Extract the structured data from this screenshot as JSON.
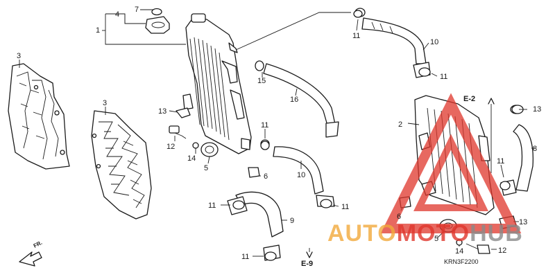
{
  "callouts": {
    "n1": "1",
    "n2": "2",
    "n3a": "3",
    "n3b": "3",
    "n4": "4",
    "n5a": "5",
    "n5b": "5",
    "n6a": "6",
    "n6b": "6",
    "n7": "7",
    "n8": "8",
    "n9": "9",
    "n10a": "10",
    "n10b": "10",
    "n11a": "11",
    "n11b": "11",
    "n11c": "11",
    "n11d": "11",
    "n11e": "11",
    "n11f": "11",
    "n11g": "11",
    "n12a": "12",
    "n12b": "12",
    "n13a": "13",
    "n13b": "13",
    "n14a": "14",
    "n14b": "14",
    "n15": "15",
    "n16": "16"
  },
  "references": {
    "e2": "E-2",
    "e9": "E-9",
    "front": "FR."
  },
  "diagram_code": "KRN3F2200",
  "watermark": {
    "part1": "AUTO",
    "part2": "MOTO",
    "part3": "HUB",
    "colors": {
      "orange": "#f2a93b",
      "red": "#e0362c",
      "gray": "#8a8a8a"
    }
  }
}
